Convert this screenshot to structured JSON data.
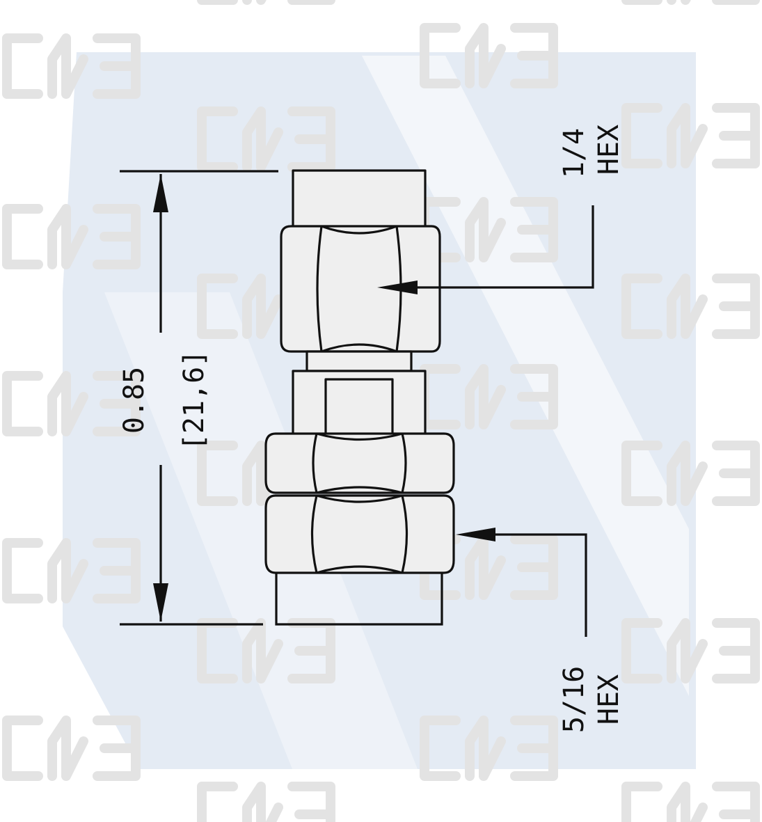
{
  "diagram": {
    "overall_length_in": "0.85",
    "overall_length_mm": "[21,6]",
    "top_hex_size": "1/4",
    "top_hex_word": "HEX",
    "bottom_hex_size": "5/16",
    "bottom_hex_word": "HEX"
  },
  "watermark": {
    "band_color": "#dfe7f2",
    "logo_color": "#e3e3e3",
    "logo_icon": "omz-logo-icon"
  }
}
